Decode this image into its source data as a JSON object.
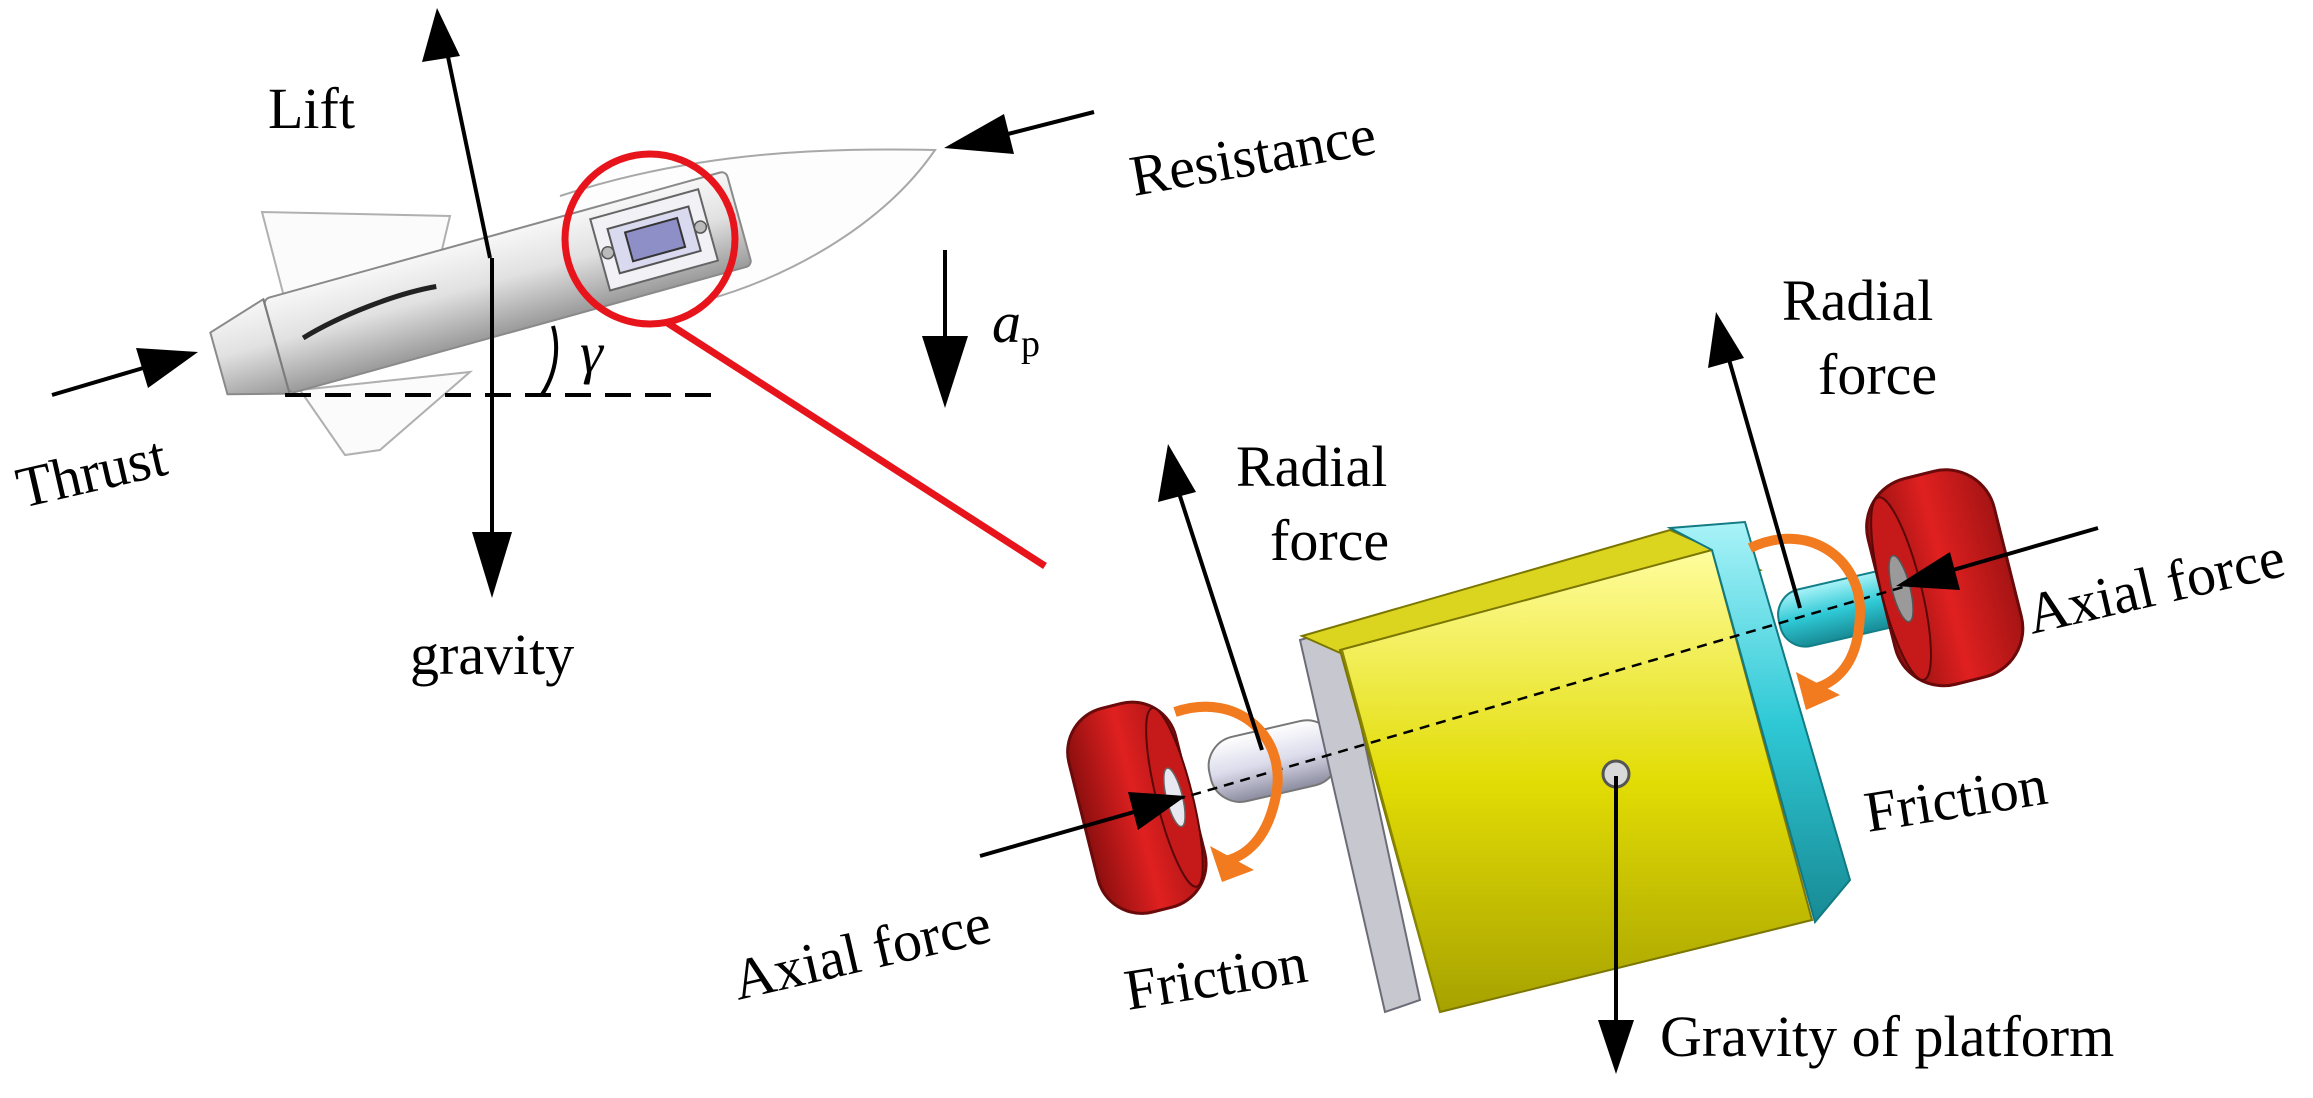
{
  "labels": {
    "lift": "Lift",
    "resistance": "Resistance",
    "thrust": "Thrust",
    "gravity": "gravity",
    "accel_symbol": "a",
    "accel_subscript": "p",
    "angle_symbol": "γ",
    "radial_force_left_line1": "Radial",
    "radial_force_left_line2": "force",
    "radial_force_right_line1": "Radial",
    "radial_force_right_line2": "force",
    "axial_force_left": "Axial force",
    "axial_force_right": "Axial force",
    "friction_left": "Friction",
    "friction_right": "Friction",
    "gravity_platform": "Gravity of platform"
  },
  "colors": {
    "highlight_red": "#e8141b",
    "friction_orange": "#f27a1f",
    "body_yellow": "#e2dc05",
    "wheel_red": "#d81e1e",
    "shaft_cyan": "#2fc9d6",
    "arrow_black": "#000000"
  }
}
